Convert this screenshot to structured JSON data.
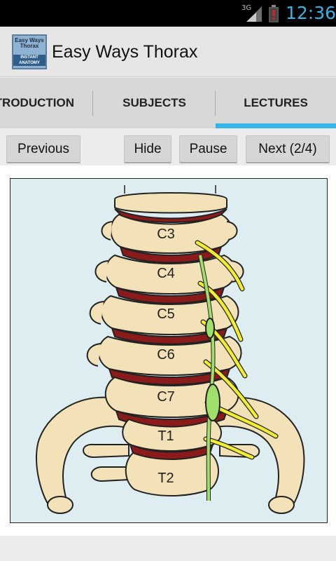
{
  "status_bar": {
    "network": "3G",
    "time": "12:36",
    "accent_color": "#33b5e5",
    "battery_icon": "battery-low-icon",
    "signal_icon": "signal-icon"
  },
  "action_bar": {
    "title": "Easy Ways Thorax",
    "icon": {
      "name": "app-logo",
      "text_top": "Easy Ways Thorax",
      "text_bottom": "INSTANT ANATOMY"
    }
  },
  "tabs": [
    {
      "label": "INTRODUCTION",
      "selected": false
    },
    {
      "label": "SUBJECTS",
      "selected": false
    },
    {
      "label": "LECTURES",
      "selected": true
    }
  ],
  "toolbar": {
    "previous_label": "Previous",
    "hide_label": "Hide",
    "pause_label": "Pause",
    "next_label": "Next (2/4)"
  },
  "figure": {
    "labels": [
      "C3",
      "C4",
      "C5",
      "C6",
      "C7",
      "T1",
      "T2"
    ],
    "colors": {
      "background": "#deedf1",
      "bone": "#f3e2b8",
      "disc": "#8b1a1a",
      "sympathetic_chain": "#9ee06a",
      "nerves": "#f2ee2b"
    }
  }
}
